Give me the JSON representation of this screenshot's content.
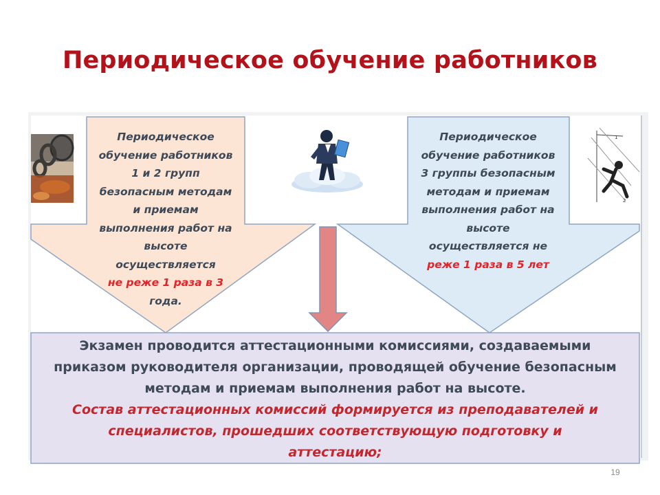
{
  "slide": {
    "title": "Периодическое обучение работников",
    "page_number": "19"
  },
  "left_arrow": {
    "lines": [
      "Периодическое",
      "обучение работников",
      "1 и 2 групп",
      "безопасным методам",
      "и приемам",
      "выполнения работ на",
      "высоте",
      "осуществляется"
    ],
    "highlight_lines": [
      "не реже 1 раза в 3",
      "года."
    ],
    "fill": "#fde5d5",
    "stroke": "#8ea6c2",
    "highlight_color": "#e4232a"
  },
  "right_arrow": {
    "lines": [
      "Периодическое",
      "обучение работников",
      "3 группы безопасным",
      "методам и приемам",
      "выполнения работ на",
      "высоте",
      "осуществляется не"
    ],
    "highlight_lines": [
      "реже  1 раза в 5 лет"
    ],
    "fill": "#dcebf6",
    "stroke": "#8ea6c2",
    "highlight_color": "#e4232a"
  },
  "center_arrow": {
    "fill": "#e18585",
    "stroke": "#7c96b8"
  },
  "bottom_box": {
    "lines": [
      "Экзамен проводится аттестационными комиссиями, создаваемыми",
      "приказом руководителя организации, проводящей обучение безопасным",
      "методам и приемам выполнения работ на высоте."
    ],
    "red_lines": [
      "Состав аттестационных комиссий формируется из  преподавателей и",
      "специалистов, прошедших соответствующую подготовку и",
      "аттестацию;"
    ],
    "fill": "#e6e1f1",
    "stroke": "#8da5c6",
    "text_color": "#3f4a57",
    "red_color": "#c4262d"
  },
  "icons": {
    "left_photo": "chain-photo-icon",
    "center_figure": "businessman-on-cloud-icon",
    "right_figure": "climber-on-rope-icon"
  }
}
